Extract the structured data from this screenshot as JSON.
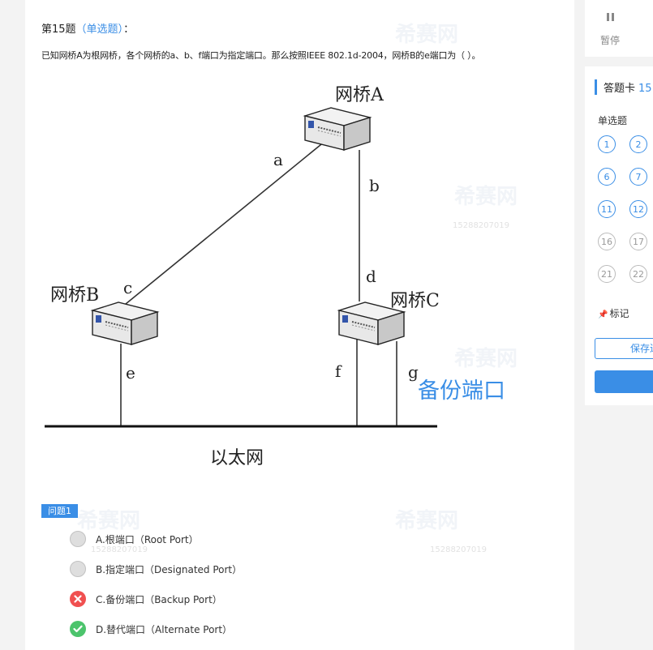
{
  "question": {
    "number_label": "第15题",
    "type_label": "（单选题）",
    "colon": "：",
    "text": "已知网桥A为根网桥，各个网桥的a、b、f端口为指定端口。那么按照IEEE 802.1d-2004，网桥B的e端口为（ ）。"
  },
  "diagram": {
    "bridge_a": "网桥A",
    "bridge_b": "网桥B",
    "bridge_c": "网桥C",
    "ports": {
      "a": "a",
      "b": "b",
      "c": "c",
      "d": "d",
      "e": "e",
      "f": "f",
      "g": "g"
    },
    "backup_note": "备份端口",
    "ethernet": "以太网"
  },
  "sub_question": {
    "label": "问题1"
  },
  "options": [
    {
      "text": "A.根端口（Root Port）",
      "state": "unselected"
    },
    {
      "text": "B.指定端口（Designated Port）",
      "state": "unselected"
    },
    {
      "text": "C.备份端口（Backup Port）",
      "state": "wrong"
    },
    {
      "text": "D.替代端口（Alternate Port）",
      "state": "correct"
    }
  ],
  "watermark": {
    "brand": "希赛网",
    "id": "15288207019"
  },
  "sidebar": {
    "pause_label": "暂停",
    "card_title": "答题卡",
    "card_count": "15",
    "section_label": "单选题",
    "numbers": [
      "1",
      "2",
      "6",
      "7",
      "11",
      "12",
      "16",
      "17",
      "21",
      "22"
    ],
    "mark_label": "标记",
    "save_label": "保存进度"
  },
  "colors": {
    "accent": "#3a8ee6",
    "wrong": "#f05050",
    "correct": "#4cc46c"
  }
}
